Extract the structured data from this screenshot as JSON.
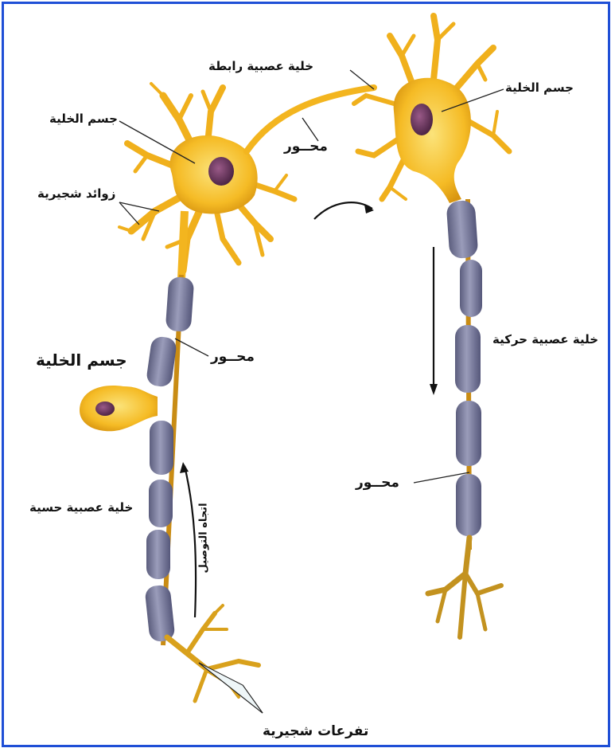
{
  "labels": {
    "interneuron": "خلية عصبية رابطة",
    "cell_body_interneuron": "جسم الخلية",
    "cell_body_motor": "جسم الخلية",
    "axon_interneuron": "محــور",
    "dendrites": "زوائد شجيرية",
    "axon_sensory": "محــور",
    "cell_body_sensory": "جسم الخلية",
    "sensory_neuron": "خلية عصبية حسية",
    "motor_neuron": "خلية عصبية حركية",
    "axon_motor": "محــور",
    "terminal_branches": "تفرعات شجيرية",
    "impulse_direction": "اتجاه التوصيل"
  },
  "colors": {
    "border": "#1f4fd6",
    "cell": "#f6c02a",
    "cell_dark": "#d8900f",
    "nucleus": "#6e3b63",
    "myelin": "#7d7f9c",
    "terminal": "#c79a1e"
  }
}
